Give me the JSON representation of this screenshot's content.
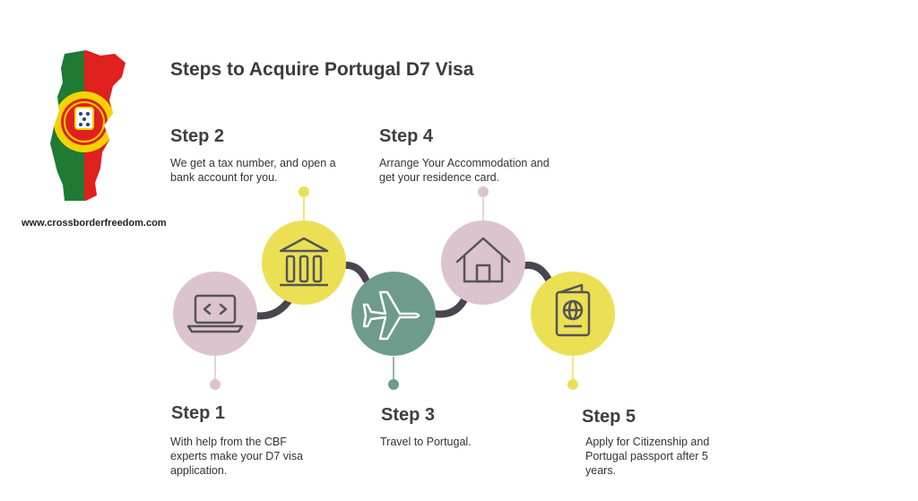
{
  "title": "Steps to Acquire Portugal D7 Visa",
  "website": "www.crossborderfreedom.com",
  "colors": {
    "pink": "#dcc3d0",
    "yellow": "#ebe054",
    "teal": "#6e9b8c",
    "connector": "#4a4650",
    "icon_stroke": "#555555",
    "flag_green": "#1f7a34",
    "flag_red": "#e0201c",
    "flag_yellow": "#f4d400"
  },
  "steps": [
    {
      "heading": "Step 1",
      "description": "With help from the CBF experts make your D7 visa application.",
      "icon": "laptop-code-icon",
      "color": "pink"
    },
    {
      "heading": "Step 2",
      "description": "We get a tax number, and open a bank account for you.",
      "icon": "bank-icon",
      "color": "yellow"
    },
    {
      "heading": "Step 3",
      "description": "Travel to Portugal.",
      "icon": "airplane-icon",
      "color": "teal"
    },
    {
      "heading": "Step 4",
      "description": "Arrange Your Accommodation and get your residence card.",
      "icon": "house-icon",
      "color": "pink"
    },
    {
      "heading": "Step 5",
      "description": "Apply for Citizenship and Portugal passport after 5 years.",
      "icon": "passport-icon",
      "color": "yellow"
    }
  ]
}
